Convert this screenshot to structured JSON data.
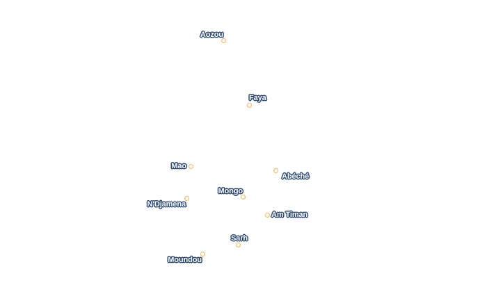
{
  "style": {
    "label_text_color": "#ffffff",
    "label_halo_color": "#2d4a72",
    "dot_stroke_color": "#f0b45a",
    "background_color": "#ffffff"
  },
  "cities": [
    {
      "name": "Aozou"
    },
    {
      "name": "Faya"
    },
    {
      "name": "Mao"
    },
    {
      "name": "Abéché"
    },
    {
      "name": "Mongo"
    },
    {
      "name": "N'Djamena"
    },
    {
      "name": "Am Timan"
    },
    {
      "name": "Sarh"
    },
    {
      "name": "Moundou"
    }
  ]
}
